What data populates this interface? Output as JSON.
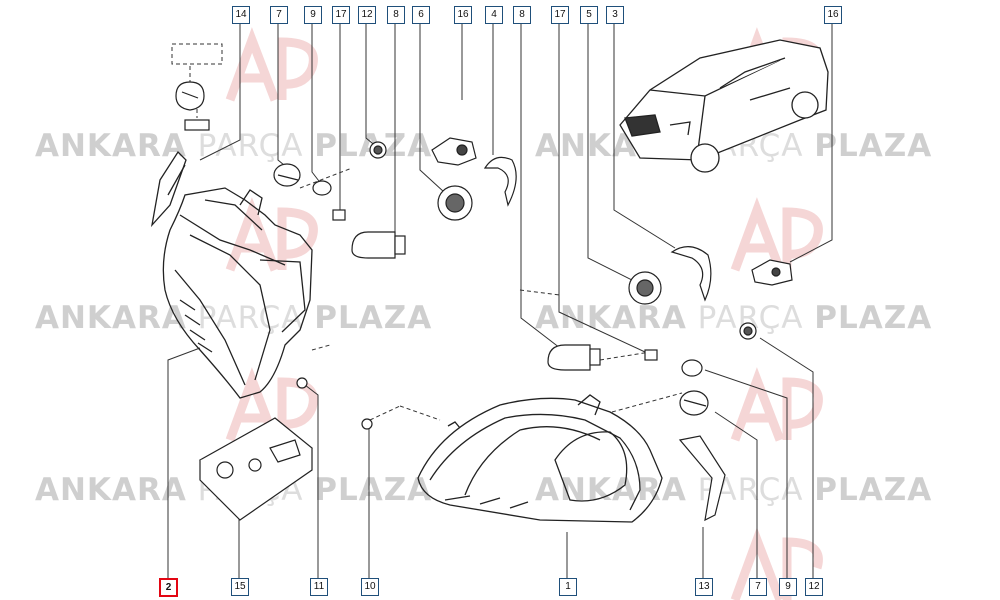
{
  "watermark": {
    "word1": "ANKARA",
    "word2": "PARÇA",
    "word3": "PLAZA",
    "logo_color": "#f2c7c7"
  },
  "callouts": [
    {
      "id": "c-top-14",
      "label": "14"
    },
    {
      "id": "c-top-7",
      "label": "7"
    },
    {
      "id": "c-top-9",
      "label": "9"
    },
    {
      "id": "c-top-17a",
      "label": "17"
    },
    {
      "id": "c-top-12",
      "label": "12"
    },
    {
      "id": "c-top-8a",
      "label": "8"
    },
    {
      "id": "c-top-6",
      "label": "6"
    },
    {
      "id": "c-top-16a",
      "label": "16"
    },
    {
      "id": "c-top-4",
      "label": "4"
    },
    {
      "id": "c-top-8b",
      "label": "8"
    },
    {
      "id": "c-top-17b",
      "label": "17"
    },
    {
      "id": "c-top-5",
      "label": "5"
    },
    {
      "id": "c-top-3",
      "label": "3"
    },
    {
      "id": "c-top-16b",
      "label": "16"
    },
    {
      "id": "c-bot-2",
      "label": "2",
      "highlight": true
    },
    {
      "id": "c-bot-15",
      "label": "15"
    },
    {
      "id": "c-bot-11",
      "label": "11"
    },
    {
      "id": "c-bot-10",
      "label": "10"
    },
    {
      "id": "c-bot-1",
      "label": "1"
    },
    {
      "id": "c-bot-13",
      "label": "13"
    },
    {
      "id": "c-bot-7",
      "label": "7"
    },
    {
      "id": "c-bot-9",
      "label": "9"
    },
    {
      "id": "c-bot-12",
      "label": "12"
    }
  ],
  "colors": {
    "line": "#333333",
    "callout_border": "#1f4f7a",
    "highlight": "#e30613"
  }
}
